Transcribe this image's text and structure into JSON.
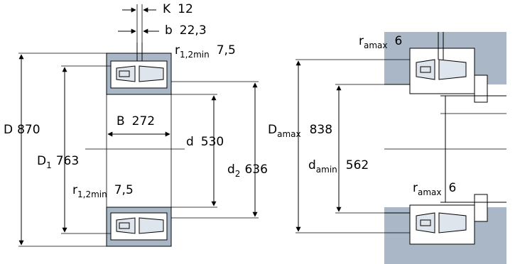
{
  "colors": {
    "ring_fill": "#a9b7c7",
    "housing_fill": "#a9b7c7",
    "line": "#000000",
    "background": "#ffffff"
  },
  "left_drawing": {
    "K": {
      "symbol": "K",
      "value": "12"
    },
    "b": {
      "symbol": "b",
      "value": "22,3"
    },
    "r12min_top": {
      "symbol": "r",
      "sub": "1,2min",
      "value": "7,5"
    },
    "D": {
      "symbol": "D",
      "value": "870"
    },
    "B": {
      "symbol": "B",
      "value": "272"
    },
    "d": {
      "symbol": "d",
      "value": "530"
    },
    "D1": {
      "symbol": "D",
      "sub": "1",
      "value": "763"
    },
    "d2": {
      "symbol": "d",
      "sub": "2",
      "value": "636"
    },
    "r12min_bottom": {
      "symbol": "r",
      "sub": "1,2min",
      "value": "7,5"
    }
  },
  "right_drawing": {
    "ramax_top": {
      "symbol": "r",
      "sub": "amax",
      "value": "6"
    },
    "Damax": {
      "symbol": "D",
      "sub": "amax",
      "value": "838"
    },
    "damin": {
      "symbol": "d",
      "sub": "amin",
      "value": "562"
    },
    "ramax_mid": {
      "symbol": "r",
      "sub": "amax",
      "value": "6"
    }
  }
}
